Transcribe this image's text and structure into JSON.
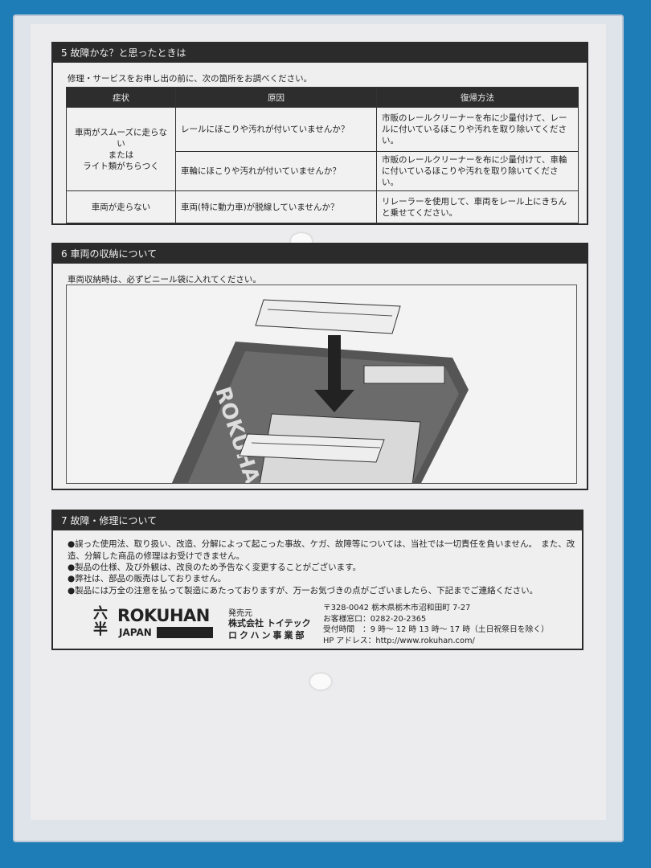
{
  "section5": {
    "title": "5  故障かな？と思ったときは",
    "intro": "修理・サービスをお申し出の前に、次の箇所をお調べください。",
    "headers": [
      "症状",
      "原因",
      "復帰方法"
    ],
    "rows": [
      {
        "symptom": "車両がスムーズに走らない\nまたは\nライト類がちらつく",
        "cause": "レールにほこりや汚れが付いていませんか？",
        "fix": "市販のレールクリーナーを布に少量付けて、レールに付いているほこりや汚れを取り除いてください。"
      },
      {
        "cause": "車輪にほこりや汚れが付いていませんか？",
        "fix": "市販のレールクリーナーを布に少量付けて、車輪に付いているほこりや汚れを取り除いてください。"
      },
      {
        "symptom": "車両が走らない",
        "cause": "車両(特に動力車)が脱線していませんか？",
        "fix": "リレーラーを使用して、車両をレール上にきちんと乗せてください。"
      }
    ]
  },
  "section6": {
    "title": "6  車両の収納について",
    "intro": "車両収納時は、必ずビニール袋に入れてください。",
    "tray_text": "ROKUHAN"
  },
  "section7": {
    "title": "7  故障・修理について",
    "bullets": [
      "●誤った使用法、取り扱い、改造、分解によって起こった事故、ケガ、故障等については、当社では一切責任を負いません。　また、改造、分解した商品の修理はお受けできません。",
      "●製品の仕様、及び外観は、改良のため予告なく変更することがございます。",
      "●弊社は、部品の販売はしておりません。",
      "●製品には万全の注意を払って製造にあたっておりますが、万一お気づきの点がございましたら、下記までご連絡ください。"
    ],
    "logo": {
      "kanji": "六半",
      "brand": "ROKUHAN",
      "sub": "JAPAN"
    },
    "publisher": {
      "label": "発売元",
      "company": "株式会社 トイテック",
      "division": "ロクハン事業部"
    },
    "contact": [
      "〒328-0042  栃木県栃木市沼和田町 7-27",
      "お客様窓口：0282-20-2365",
      "受付時間　：9 時～ 12 時 13 時～ 17 時（土日祝祭日を除く）",
      "HP アドレス：http://www.rokuhan.com/"
    ]
  }
}
